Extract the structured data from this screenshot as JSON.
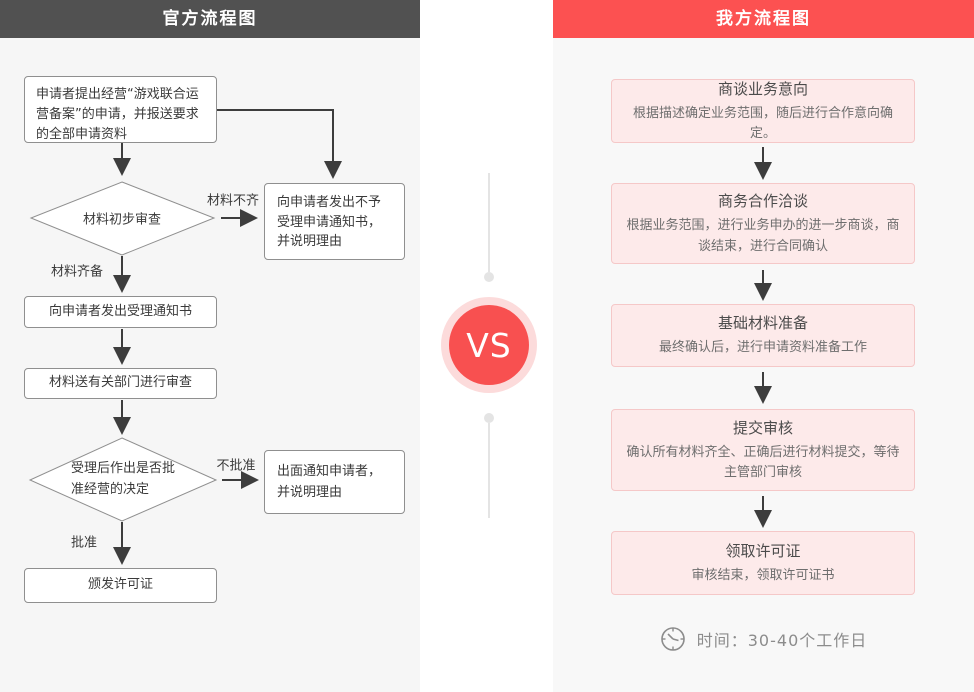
{
  "left": {
    "header": "官方流程图",
    "start_box": "申请者提出经营“游戏联合运营备案”的申请，并报送要求的全部申请资料",
    "decision1": "材料初步审查",
    "label_incomplete": "材料不齐",
    "reject_box": "向申请者发出不予受理申请通知书，并说明理由",
    "label_complete": "材料齐备",
    "accept_box": "向申请者发出受理通知书",
    "review_box": "材料送有关部门进行审查",
    "decision2": "受理后作出是否批准经营的决定",
    "label_not_approved": "不批准",
    "notify_box": "出面通知申请者，并说明理由",
    "label_approved": "批准",
    "license_box": "颁发许可证"
  },
  "divider": {
    "vs_label": "VS"
  },
  "right": {
    "header": "我方流程图",
    "steps": [
      {
        "title": "商谈业务意向",
        "desc": "根据描述确定业务范围，随后进行合作意向确定。"
      },
      {
        "title": "商务合作洽谈",
        "desc": "根据业务范围，进行业务申办的进一步商谈，商谈结束，进行合同确认"
      },
      {
        "title": "基础材料准备",
        "desc": "最终确认后，进行申请资料准备工作"
      },
      {
        "title": "提交审核",
        "desc": "确认所有材料齐全、正确后进行材料提交，等待主管部门审核"
      },
      {
        "title": "领取许可证",
        "desc": "审核结束，领取许可证书"
      }
    ],
    "time_icon": "clock-icon",
    "time_note": "时间：30-40个工作日"
  },
  "colors": {
    "left_header_bg": "#515151",
    "right_header_bg": "#fc5151",
    "left_panel_bg": "#f6f6f6",
    "right_panel_bg": "#f8f8f8",
    "flow_box_border": "#8f8f8f",
    "arrow": "#3d3d3d",
    "step_box_bg": "#fdeaea",
    "step_box_border": "#f5c8c8",
    "vs_circle": "#f85050",
    "vs_ring": "#fcdbdb",
    "divider_line": "#e4e4e4"
  }
}
